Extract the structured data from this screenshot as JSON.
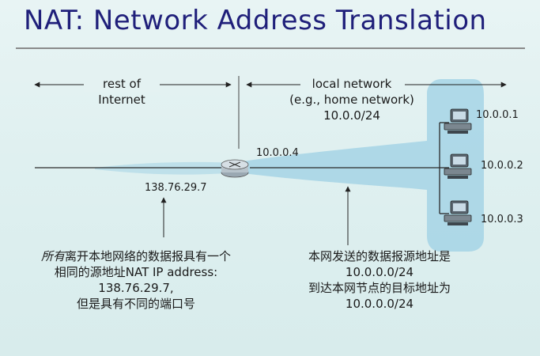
{
  "slide": {
    "title": "NAT: Network Address Translation"
  },
  "left_region": {
    "line1": "rest of",
    "line2": "Internet"
  },
  "right_region": {
    "line1": "local network",
    "line2": "(e.g., home network)",
    "line3": "10.0.0/24"
  },
  "router": {
    "wan_ip": "138.76.29.7",
    "lan_ip": "10.0.0.4"
  },
  "hosts": [
    {
      "ip": "10.0.0.1"
    },
    {
      "ip": "10.0.0.2"
    },
    {
      "ip": "10.0.0.3"
    }
  ],
  "left_caption": {
    "line1_em": "所有",
    "line1_rest": "离开本地网络的数据报具有一个",
    "line2": "相同的源地址NAT IP address:",
    "line3": "138.76.29.7,",
    "line4": "但是具有不同的端口号"
  },
  "right_caption": {
    "line1": "本网发送的数据报源地址是",
    "line2": "10.0.0.0/24",
    "line3": "到达本网节点的目标地址为",
    "line4": "10.0.0.0/24"
  },
  "colors": {
    "title": "#1f1f7a",
    "highlight": "#9dd0e4",
    "router": "#c9d4dc"
  },
  "icons": [
    "router-icon",
    "computer-icon"
  ]
}
